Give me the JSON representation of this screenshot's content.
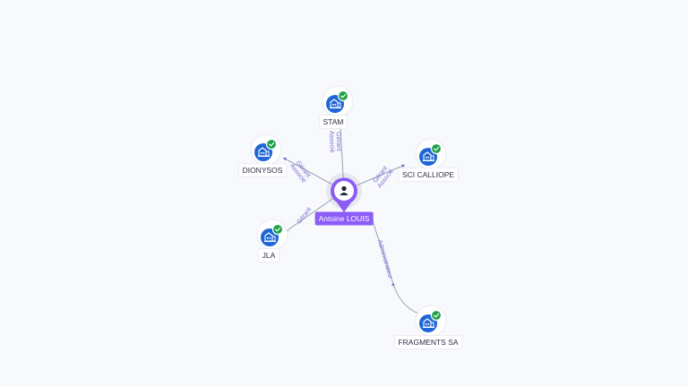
{
  "center": {
    "name": "Antoine LOUIS",
    "icon": "person-icon",
    "color": "#8b5cf6"
  },
  "companies": [
    {
      "id": "stam",
      "name": "STAM",
      "icon": "company-building-icon",
      "status_icon": "check-icon",
      "relation_lines": [
        "Gérant",
        "Associé"
      ]
    },
    {
      "id": "dionysos",
      "name": "DIONYSOS",
      "icon": "company-building-icon",
      "status_icon": "check-icon",
      "relation_lines": [
        "Gérant",
        "Associé"
      ]
    },
    {
      "id": "sci-calliope",
      "name": "SCI CALLIOPE",
      "icon": "company-building-icon",
      "status_icon": "check-icon",
      "relation_lines": [
        "Gérant",
        "Associé"
      ]
    },
    {
      "id": "jla",
      "name": "JLA",
      "icon": "company-building-icon",
      "status_icon": "check-icon",
      "relation_lines": [
        "Gérant"
      ]
    },
    {
      "id": "fragments-sa",
      "name": "FRAGMENTS SA",
      "icon": "company-building-icon",
      "status_icon": "check-icon",
      "relation_lines": [
        "Administrateur"
      ]
    }
  ],
  "colors": {
    "company": "#1f66d6",
    "check": "#1da049",
    "edge_label": "#7b6bd8"
  }
}
